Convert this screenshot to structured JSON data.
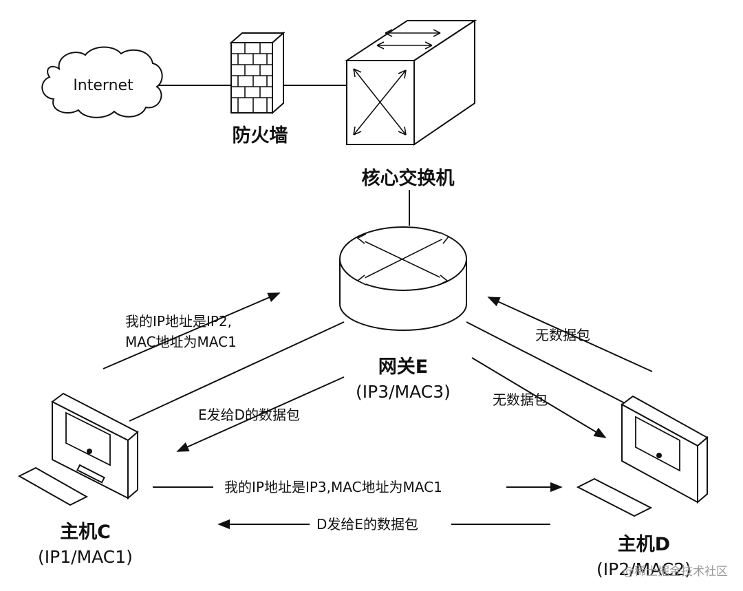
{
  "nodes": {
    "internet": "Internet",
    "firewall": "防火墙",
    "core_switch": "核心交换机",
    "gateway_name": "网关E",
    "gateway_addr": "(IP3/MAC3)",
    "host_c_name": "主机C",
    "host_c_addr": "(IP1/MAC1)",
    "host_d_name": "主机D",
    "host_d_addr": "(IP2/MAC2)"
  },
  "arrows": {
    "c_to_e_line1": "我的IP地址是IP2,",
    "c_to_e_line2": "MAC地址为MAC1",
    "e_to_c": "E发给D的数据包",
    "d_to_e": "无数据包",
    "e_to_d": "无数据包",
    "c_to_d": "我的IP地址是IP3,MAC地址为MAC1",
    "d_to_c": "D发给E的数据包"
  },
  "watermark": "@稀土掘金技术社区"
}
